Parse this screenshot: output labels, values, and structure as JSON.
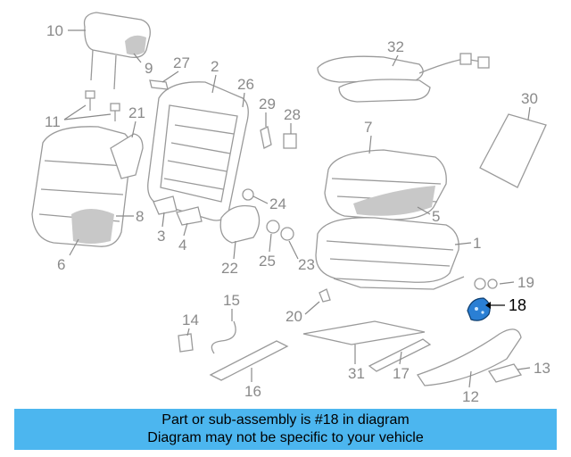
{
  "callouts": {
    "c1": "1",
    "c2": "2",
    "c3": "3",
    "c4": "4",
    "c5": "5",
    "c6": "6",
    "c7": "7",
    "c8": "8",
    "c9": "9",
    "c10": "10",
    "c11": "11",
    "c12": "12",
    "c13": "13",
    "c14": "14",
    "c15": "15",
    "c16": "16",
    "c17": "17",
    "c18": "18",
    "c19": "19",
    "c20": "20",
    "c21": "21",
    "c22": "22",
    "c23": "23",
    "c24": "24",
    "c25": "25",
    "c26": "26",
    "c27": "27",
    "c28": "28",
    "c29": "29",
    "c30": "30",
    "c31": "31",
    "c32": "32"
  },
  "highlight_color": "#2a7fd4",
  "banner": {
    "line1": "Part or sub-assembly is #18 in diagram",
    "line2": "Diagram may not be specific to your vehicle",
    "background": "#4cb6ef"
  }
}
